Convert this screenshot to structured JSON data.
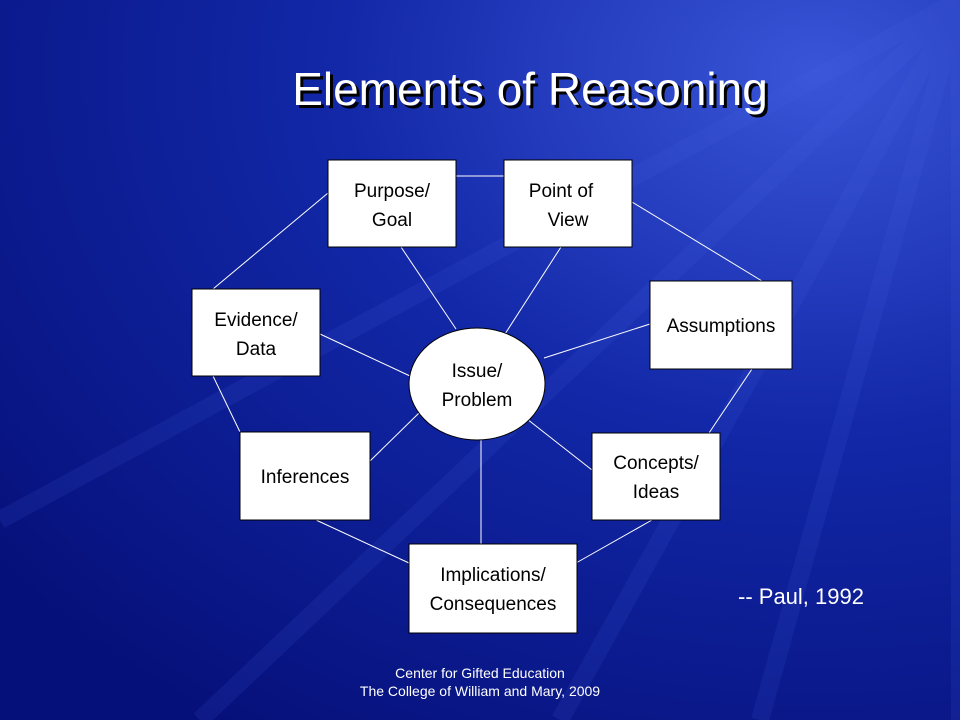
{
  "title": "Elements of Reasoning",
  "center": {
    "lines": [
      "Issue/",
      "Problem"
    ]
  },
  "nodes": {
    "purpose": [
      "Purpose/",
      "Goal"
    ],
    "point_of_view": [
      "Point of",
      "View"
    ],
    "assumptions": [
      "Assumptions"
    ],
    "concepts": [
      "Concepts/",
      "Ideas"
    ],
    "implications": [
      "Implications/",
      "Consequences"
    ],
    "inferences": [
      "Inferences"
    ],
    "evidence": [
      "Evidence/",
      "Data"
    ]
  },
  "citation": "-- Paul, 1992",
  "footer": {
    "line1": "Center for Gifted Education",
    "line2": "The College of William and Mary, 2009"
  },
  "colors": {
    "background": "#0a1a8c",
    "box": "#ffffff",
    "lines": "#ffffff",
    "text": "#000000"
  }
}
